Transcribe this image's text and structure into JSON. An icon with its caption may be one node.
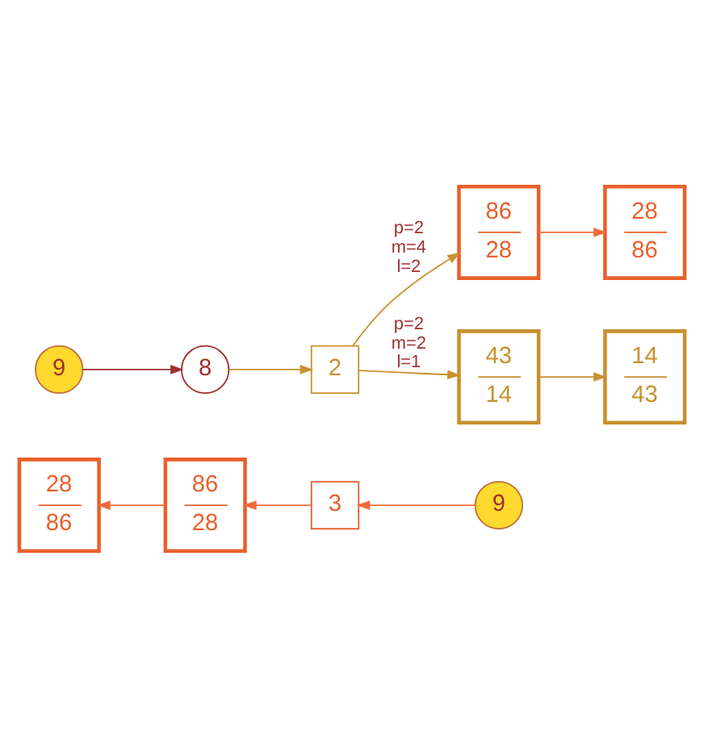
{
  "diagram": {
    "nodes": [
      {
        "text": [
          "28",
          "86"
        ]
      },
      {
        "text": [
          "86",
          "28"
        ]
      },
      {
        "text": [
          "3"
        ]
      },
      {
        "text": [
          "9"
        ]
      },
      {
        "text": [
          "9"
        ]
      },
      {
        "text": [
          "8"
        ]
      },
      {
        "text": [
          "2"
        ]
      },
      {
        "text": [
          "86",
          "28"
        ]
      },
      {
        "text": [
          "28",
          "86"
        ]
      },
      {
        "text": [
          "43",
          "14"
        ]
      },
      {
        "text": [
          "14",
          "43"
        ]
      }
    ],
    "edges": [
      {
        "from": 3,
        "to": 2,
        "arrow": "to",
        "color": "#f06a3a"
      },
      {
        "from": 2,
        "to": 1,
        "arrow": "to",
        "color": "#f06a3a"
      },
      {
        "from": 1,
        "to": 0,
        "arrow": "to",
        "color": "#f06a3a"
      },
      {
        "from": 4,
        "to": 5,
        "arrow": "to",
        "color": "#a03030"
      },
      {
        "from": 5,
        "to": 6,
        "arrow": "to",
        "color": "#c8902e"
      },
      {
        "from": 6,
        "to": 7,
        "arrow": "to",
        "label": "p=2 m=4 l=2",
        "color": "#c8902e"
      },
      {
        "from": 7,
        "to": 8,
        "arrow": "to",
        "color": "#f06a3a"
      },
      {
        "from": 6,
        "to": 9,
        "arrow": "to",
        "label": "p=2 m=2 l=1",
        "color": "#c8902e"
      },
      {
        "from": 9,
        "to": 10,
        "arrow": "to",
        "color": "#c8902e"
      }
    ]
  }
}
